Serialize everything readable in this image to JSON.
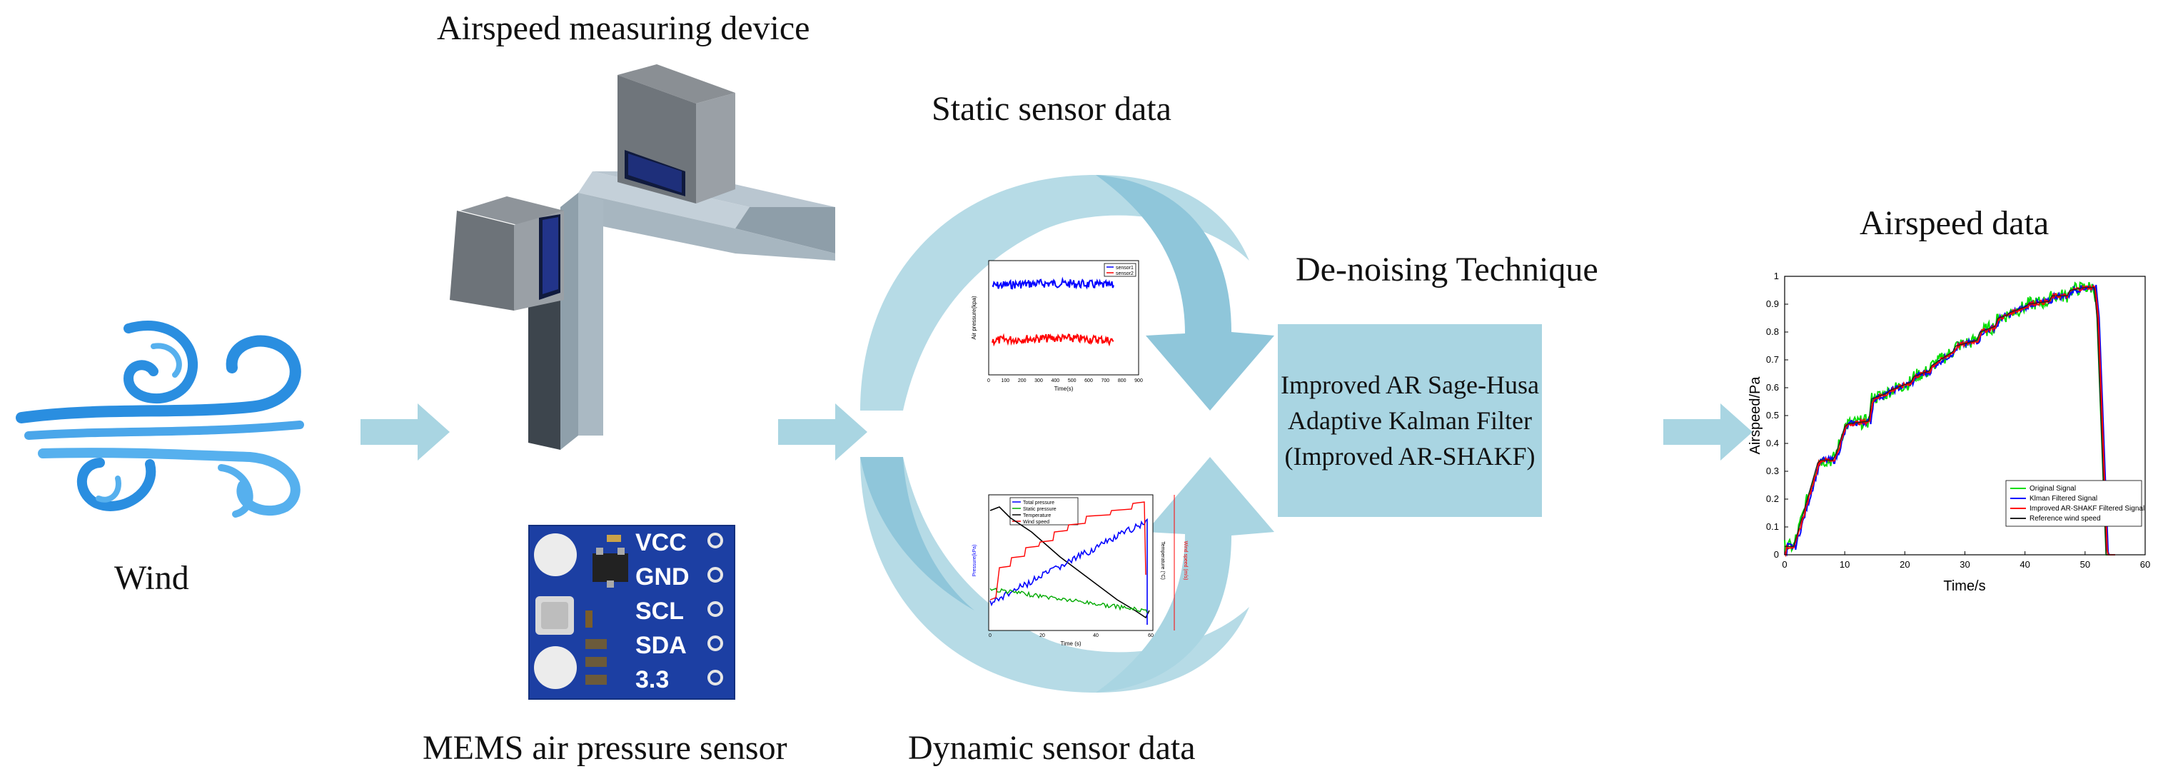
{
  "labels": {
    "wind": "Wind",
    "device": "Airspeed measuring device",
    "mems": "MEMS air pressure sensor",
    "static": "Static sensor data",
    "dynamic": "Dynamic sensor data",
    "denoise": "De-noising Technique",
    "airspeed": "Airspeed data"
  },
  "filter_box": {
    "line1": "Improved AR Sage-Husa",
    "line2": "Adaptive Kalman Filter",
    "line3": "(Improved AR-SHAKF)"
  },
  "sensor_pins": [
    "VCC",
    "GND",
    "SCL",
    "SDA",
    "3.3"
  ],
  "colors": {
    "wind_blue": "#2a8ee0",
    "arrow": "#a9d5e2",
    "cycle_arrow": "#8fc6da",
    "box": "#a9d5e2",
    "pcb": "#1c3fa3"
  },
  "chart_data": [
    {
      "type": "line",
      "name": "static-sensor-plot",
      "xlabel": "Time(s)",
      "ylabel": "Air pressure(kpa)",
      "x_ticks": [
        "0",
        "100",
        "200",
        "300",
        "400",
        "500",
        "600",
        "700",
        "800",
        "900"
      ],
      "legend": [
        "sensor1",
        "sensor2"
      ],
      "series": [
        {
          "name": "sensor1",
          "color": "#0000ff",
          "level": 0.78
        },
        {
          "name": "sensor2",
          "color": "#ff0000",
          "level": 0.3
        }
      ]
    },
    {
      "type": "line",
      "name": "dynamic-sensor-plot",
      "xlabel": "Time (s)",
      "ylabel_left": "Pressure(kPa)",
      "ylabel_right": "Temperature (°C)",
      "ylabel_right2": "Wind speed (m/s)",
      "x_ticks": [
        "0",
        "20",
        "40",
        "60"
      ],
      "legend": [
        "Total pressure",
        "Static pressure",
        "Temperature",
        "Wind speed"
      ],
      "series_colors": [
        "#0000ff",
        "#00aa00",
        "#000000",
        "#ff0000"
      ]
    },
    {
      "type": "line",
      "name": "airspeed-plot",
      "xlabel": "Time/s",
      "ylabel": "Airspeed/Pa",
      "xlim": [
        0,
        60
      ],
      "ylim": [
        0,
        1
      ],
      "x_ticks": [
        0,
        10,
        20,
        30,
        40,
        50,
        60
      ],
      "y_ticks": [
        0,
        0.1,
        0.2,
        0.3,
        0.4,
        0.5,
        0.6,
        0.7,
        0.8,
        0.9,
        1
      ],
      "legend_placement": "bottom-right",
      "series": [
        {
          "name": "Original Signal",
          "color": "#00dd00"
        },
        {
          "name": "Klman Filtered Signal",
          "color": "#0000ff"
        },
        {
          "name": "Improved AR-SHAKF Filtered Signal",
          "color": "#ff0000"
        },
        {
          "name": "Reference wind speed",
          "color": "#222222"
        }
      ],
      "reference": {
        "x": [
          0,
          1,
          1.5,
          5.5,
          6,
          8,
          8.5,
          10,
          10.5,
          14,
          14.5,
          17,
          17.5,
          21,
          21.5,
          24,
          24.5,
          28,
          28.5,
          32,
          32.5,
          35,
          35.5,
          37,
          37.5,
          40,
          40.5,
          44,
          44.5,
          47,
          47.5,
          50,
          51.5,
          52,
          53.5,
          55
        ],
        "y": [
          0.03,
          0.03,
          0.03,
          0.33,
          0.34,
          0.34,
          0.36,
          0.46,
          0.47,
          0.48,
          0.56,
          0.58,
          0.59,
          0.62,
          0.64,
          0.66,
          0.68,
          0.73,
          0.75,
          0.77,
          0.8,
          0.82,
          0.85,
          0.86,
          0.87,
          0.89,
          0.9,
          0.91,
          0.93,
          0.93,
          0.95,
          0.96,
          0.96,
          0.85,
          0.0,
          0.0
        ]
      }
    }
  ]
}
